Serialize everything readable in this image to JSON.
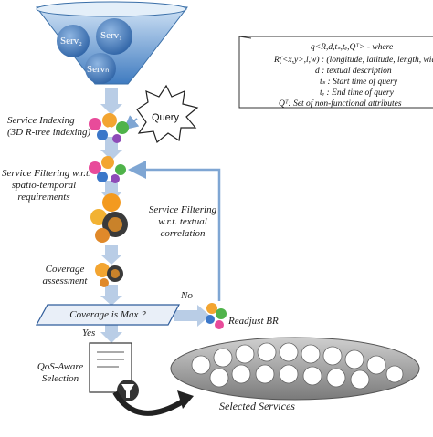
{
  "funnel": {
    "servers": [
      "Serv₂",
      "Serv₁",
      "Servₙ"
    ]
  },
  "query_shape": {
    "label": "Query"
  },
  "query_definition": {
    "lines": [
      "q<R,d,tₛ,tₑ,Qᵀ> - where",
      "R(<x,y>,l,w) : (longitude, latitude, length, width)",
      "d : textual description",
      "tₛ : Start time of query",
      "tₑ : End time of query",
      "Qᵀ: Set of non-functional attributes"
    ]
  },
  "steps": {
    "indexing": [
      "Service  Indexing",
      "(3D R-tree indexing)"
    ],
    "spatio_temporal": [
      "Service Filtering w.r.t.",
      "spatio-temporal",
      "requirements"
    ],
    "textual": [
      "Service Filtering",
      "w.r.t. textual",
      "correlation"
    ],
    "coverage": [
      "Coverage",
      "assessment"
    ],
    "decision": "Coverage is Max ?",
    "no_label": "No",
    "yes_label": "Yes",
    "readjust": "Readjust BR",
    "qos": [
      "QoS-Aware",
      "Selection"
    ],
    "selected": "Selected Services"
  },
  "colors": {
    "funnel": "#4a86c8",
    "arrow": "#b9cde6",
    "feedback": "#7fa6d3",
    "decision_fill": "#e9eff8",
    "decision_stroke": "#2f5c9a",
    "ellipse": "#8a8a8a"
  }
}
